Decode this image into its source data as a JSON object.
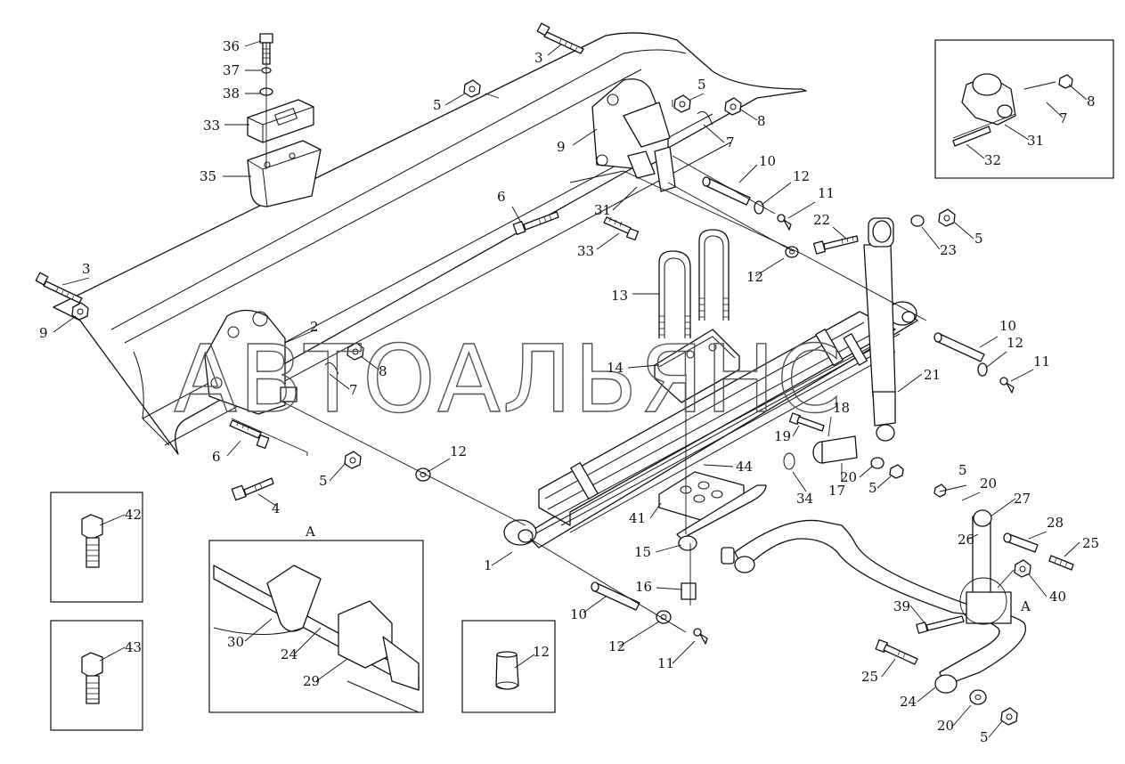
{
  "watermark": "АВТОАЛЬЯНС",
  "section_label": "A",
  "callouts": {
    "c1": "1",
    "c2": "2",
    "c3a": "3",
    "c3b": "3",
    "c4": "4",
    "c5a": "5",
    "c5b": "5",
    "c5c": "5",
    "c5d": "5",
    "c5e": "5",
    "c5f": "5",
    "c5g": "5",
    "c6a": "6",
    "c6b": "6",
    "c7a": "7",
    "c7b": "7",
    "c7c": "7",
    "c8a": "8",
    "c8b": "8",
    "c8c": "8",
    "c9a": "9",
    "c9b": "9",
    "c10a": "10",
    "c10b": "10",
    "c10c": "10",
    "c11a": "11",
    "c11b": "11",
    "c11c": "11",
    "c12a": "12",
    "c12b": "12",
    "c12c": "12",
    "c12d": "12",
    "c12e": "12",
    "c12f": "12",
    "c13": "13",
    "c14": "14",
    "c15": "15",
    "c16": "16",
    "c17": "17",
    "c18": "18",
    "c19": "19",
    "c20a": "20",
    "c20b": "20",
    "c20c": "20",
    "c21": "21",
    "c22": "22",
    "c23": "23",
    "c24a": "24",
    "c24b": "24",
    "c25a": "25",
    "c25b": "25",
    "c26": "26",
    "c27": "27",
    "c28": "28",
    "c29": "29",
    "c30": "30",
    "c31a": "31",
    "c31b": "31",
    "c32": "32",
    "c33a": "33",
    "c33b": "33",
    "c34": "34",
    "c35": "35",
    "c36": "36",
    "c37": "37",
    "c38": "38",
    "c39": "39",
    "c40": "40",
    "c41": "41",
    "c42": "42",
    "c43": "43",
    "c44": "44",
    "cA": "A"
  }
}
